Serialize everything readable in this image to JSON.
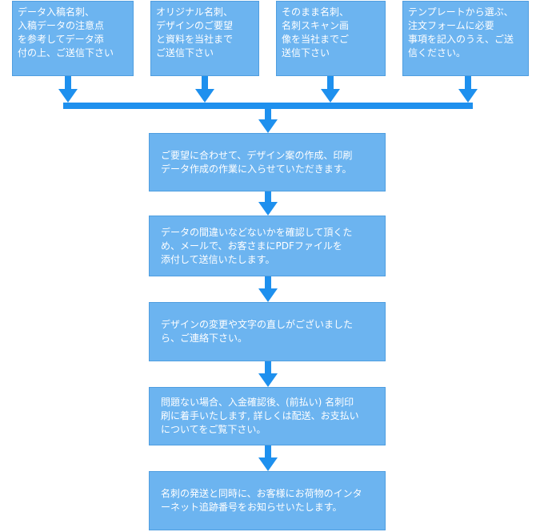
{
  "colors": {
    "box_fill": "#6cb4f0",
    "box_border": "#4f9ee0",
    "arrow": "#1e90ee",
    "text": "#ffffff"
  },
  "top_boxes": [
    {
      "text": "データ入稿名刺、\n入稿データの注意点\nを参考してデータ添\n付の上、ご送信下さい"
    },
    {
      "text": "オリジナル名刺、\nデザインのご要望\nと資料を当社まで\nご送信下さい"
    },
    {
      "text": "そのまま名刺、\n名刺スキャン画\n像を当社までご\n送信下さい"
    },
    {
      "text": "テンプレートから選ぶ、\n注文フォームに必要\n事項を記入のうえ、ご送\n信ください。"
    }
  ],
  "steps": [
    {
      "text": "ご要望に合わせて、デザイン案の作成、印刷\nデータ作成の作業に入らせていただきます。"
    },
    {
      "text": "データの間違いなどないかを確認して頂くた\nめ、メールで、お客さまにPDFファイルを\n添付して送信いたします。"
    },
    {
      "text": "デザインの変更や文字の直しがございました\nら、ご連絡下さい。"
    },
    {
      "text": "問題ない場合、入金確認後、(前払い) 名刺印\n刷に着手いたします, 詳しくは配送、お支払い\nについてをご覧下さい。"
    },
    {
      "text": "名刺の発送と同時に、お客様にお荷物のインタ\nーネット追跡番号をお知らせいたします。"
    }
  ]
}
